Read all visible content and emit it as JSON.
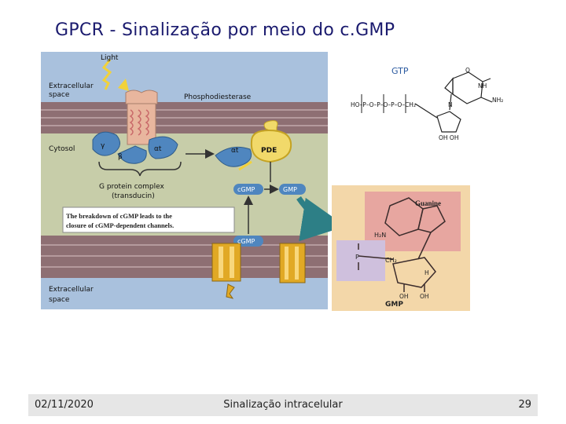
{
  "slide": {
    "title": "GPCR - Sinalização por meio do c.GMP",
    "footer": {
      "date": "02/11/2020",
      "center": "Sinalização intracelular",
      "page": "29"
    }
  },
  "diagram": {
    "labels": {
      "light": "Light",
      "extracellular_top_1": "Extracellular",
      "extracellular_top_2": "space",
      "phosphodiesterase": "Phosphodiesterase",
      "cytosol": "Cytosol",
      "gamma": "γ",
      "beta": "β",
      "alpha_t_1": "αt",
      "alpha_t_2": "αt",
      "pde": "PDE",
      "g_complex_1": "G protein complex",
      "g_complex_2": "(transducin)",
      "cgmp_1": "cGMP",
      "gmp": "GMP",
      "cgmp_2": "cGMP",
      "note_1": "The breakdown of cGMP leads to the",
      "note_2": "closure of cGMP-dependent channels.",
      "extracellular_bot_1": "Extracellular",
      "extracellular_bot_2": "space"
    },
    "gtp": {
      "title": "GTP",
      "chain": "HO–P–O–P–O–P–O–CH₂",
      "nh": "NH",
      "nh2": "NH₂",
      "o": "O",
      "n": "N",
      "ohoh": "OH  OH"
    },
    "gmp": {
      "guanine": "Guanine",
      "gmp_label": "GMP",
      "ch2": "CH₂",
      "h2n": "H₂N",
      "p": "P",
      "oh": "OH",
      "h": "H"
    }
  },
  "colors": {
    "membrane": "#8e6f73",
    "cytosol": "#c7cda9",
    "extracellular": "#a9c1dd",
    "receptor": "#e8b69e",
    "gprotein": "#4f86bf",
    "pde": "#f1d96a",
    "channel": "#e1a925",
    "title": "#1a1a6e"
  }
}
